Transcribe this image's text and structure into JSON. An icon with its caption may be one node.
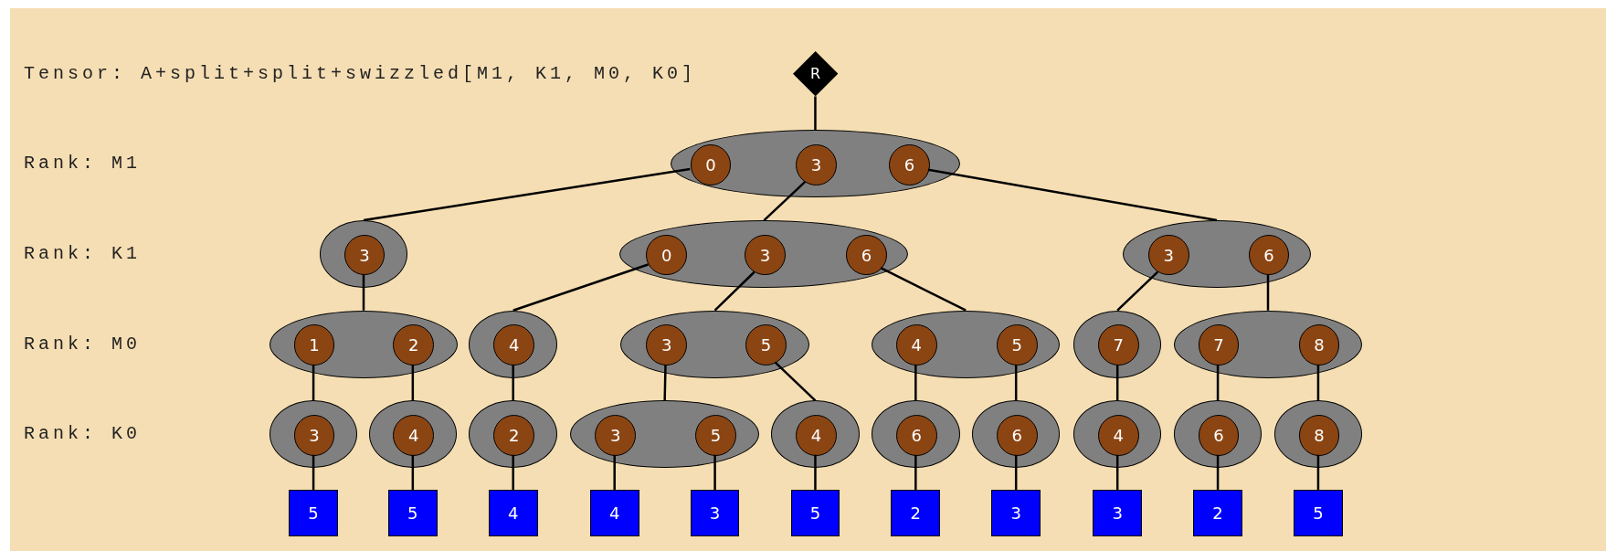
{
  "diagram": {
    "title": "Tensor: A+split+split+swizzled[M1, K1, M0, K0]",
    "nodes": [
      {
        "text": [
          "R"
        ]
      },
      {
        "text": [],
        "shape": "ellipse"
      },
      {
        "text": [
          "0"
        ],
        "in": 1
      },
      {
        "text": [
          "3"
        ],
        "in": 1
      },
      {
        "text": [
          "6"
        ],
        "in": 1
      },
      {
        "text": [],
        "shape": "ellipse"
      },
      {
        "text": [
          "3"
        ],
        "in": 5
      },
      {
        "text": [],
        "shape": "ellipse"
      },
      {
        "text": [
          "0"
        ],
        "in": 7
      },
      {
        "text": [
          "3"
        ],
        "in": 7
      },
      {
        "text": [
          "6"
        ],
        "in": 7
      },
      {
        "text": [],
        "shape": "ellipse"
      },
      {
        "text": [
          "3"
        ],
        "in": 11
      },
      {
        "text": [
          "6"
        ],
        "in": 11
      },
      {
        "text": [],
        "shape": "ellipse"
      },
      {
        "text": [
          "1"
        ],
        "in": 14
      },
      {
        "text": [
          "2"
        ],
        "in": 14
      },
      {
        "text": [],
        "shape": "ellipse"
      },
      {
        "text": [
          "4"
        ],
        "in": 17
      },
      {
        "text": [],
        "shape": "ellipse"
      },
      {
        "text": [
          "3"
        ],
        "in": 19
      },
      {
        "text": [
          "5"
        ],
        "in": 19
      },
      {
        "text": [],
        "shape": "ellipse"
      },
      {
        "text": [
          "4"
        ],
        "in": 22
      },
      {
        "text": [
          "5"
        ],
        "in": 22
      },
      {
        "text": [],
        "shape": "ellipse"
      },
      {
        "text": [
          "7"
        ],
        "in": 25
      },
      {
        "text": [],
        "shape": "ellipse"
      },
      {
        "text": [
          "7"
        ],
        "in": 27
      },
      {
        "text": [
          "8"
        ],
        "in": 27
      },
      {
        "text": [],
        "shape": "ellipse"
      },
      {
        "text": [
          "3"
        ],
        "in": 30
      },
      {
        "text": [],
        "shape": "ellipse"
      },
      {
        "text": [
          "4"
        ],
        "in": 32
      },
      {
        "text": [],
        "shape": "ellipse"
      },
      {
        "text": [
          "2"
        ],
        "in": 34
      },
      {
        "text": [],
        "shape": "ellipse"
      },
      {
        "text": [
          "3"
        ],
        "in": 36
      },
      {
        "text": [
          "5"
        ],
        "in": 36
      },
      {
        "text": [],
        "shape": "ellipse"
      },
      {
        "text": [
          "4"
        ],
        "in": 39
      },
      {
        "text": [],
        "shape": "ellipse"
      },
      {
        "text": [
          "6"
        ],
        "in": 41
      },
      {
        "text": [],
        "shape": "ellipse"
      },
      {
        "text": [
          "6"
        ],
        "in": 43
      },
      {
        "text": [],
        "shape": "ellipse"
      },
      {
        "text": [
          "4"
        ],
        "in": 45
      },
      {
        "text": [],
        "shape": "ellipse"
      },
      {
        "text": [
          "6"
        ],
        "in": 47
      },
      {
        "text": [],
        "shape": "ellipse"
      },
      {
        "text": [
          "8"
        ],
        "in": 49
      },
      {
        "text": [
          "5"
        ]
      },
      {
        "text": [
          "5"
        ]
      },
      {
        "text": [
          "4"
        ]
      },
      {
        "text": [
          "4"
        ]
      },
      {
        "text": [
          "3"
        ]
      },
      {
        "text": [
          "5"
        ]
      },
      {
        "text": [
          "2"
        ]
      },
      {
        "text": [
          "3"
        ]
      },
      {
        "text": [
          "3"
        ]
      },
      {
        "text": [
          "2"
        ]
      },
      {
        "text": [
          "5"
        ]
      }
    ],
    "edges": [
      {
        "from": 0,
        "to": 1,
        "arrow": "none"
      },
      {
        "from": 2,
        "to": 5,
        "arrow": "none"
      },
      {
        "from": 3,
        "to": 7,
        "arrow": "none"
      },
      {
        "from": 4,
        "to": 11,
        "arrow": "none"
      },
      {
        "from": 6,
        "to": 14,
        "arrow": "none"
      },
      {
        "from": 8,
        "to": 17,
        "arrow": "none"
      },
      {
        "from": 9,
        "to": 19,
        "arrow": "none"
      },
      {
        "from": 10,
        "to": 22,
        "arrow": "none"
      },
      {
        "from": 12,
        "to": 25,
        "arrow": "none"
      },
      {
        "from": 13,
        "to": 27,
        "arrow": "none"
      },
      {
        "from": 15,
        "to": 30,
        "arrow": "none"
      },
      {
        "from": 16,
        "to": 32,
        "arrow": "none"
      },
      {
        "from": 18,
        "to": 34,
        "arrow": "none"
      },
      {
        "from": 20,
        "to": 36,
        "arrow": "none"
      },
      {
        "from": 21,
        "to": 39,
        "arrow": "none"
      },
      {
        "from": 23,
        "to": 41,
        "arrow": "none"
      },
      {
        "from": 24,
        "to": 43,
        "arrow": "none"
      },
      {
        "from": 26,
        "to": 45,
        "arrow": "none"
      },
      {
        "from": 28,
        "to": 47,
        "arrow": "none"
      },
      {
        "from": 29,
        "to": 49,
        "arrow": "none"
      },
      {
        "from": 31,
        "to": 51,
        "arrow": "none"
      },
      {
        "from": 33,
        "to": 52,
        "arrow": "none"
      },
      {
        "from": 35,
        "to": 53,
        "arrow": "none"
      },
      {
        "from": 37,
        "to": 54,
        "arrow": "none"
      },
      {
        "from": 38,
        "to": 55,
        "arrow": "none"
      },
      {
        "from": 40,
        "to": 56,
        "arrow": "none"
      },
      {
        "from": 42,
        "to": 57,
        "arrow": "none"
      },
      {
        "from": 44,
        "to": 58,
        "arrow": "none"
      },
      {
        "from": 46,
        "to": 59,
        "arrow": "none"
      },
      {
        "from": 48,
        "to": 60,
        "arrow": "none"
      },
      {
        "from": 50,
        "to": 61,
        "arrow": "none"
      }
    ],
    "labels": [
      "Rank: M1",
      "Rank: K1",
      "Rank: M0",
      "Rank: K0"
    ]
  }
}
